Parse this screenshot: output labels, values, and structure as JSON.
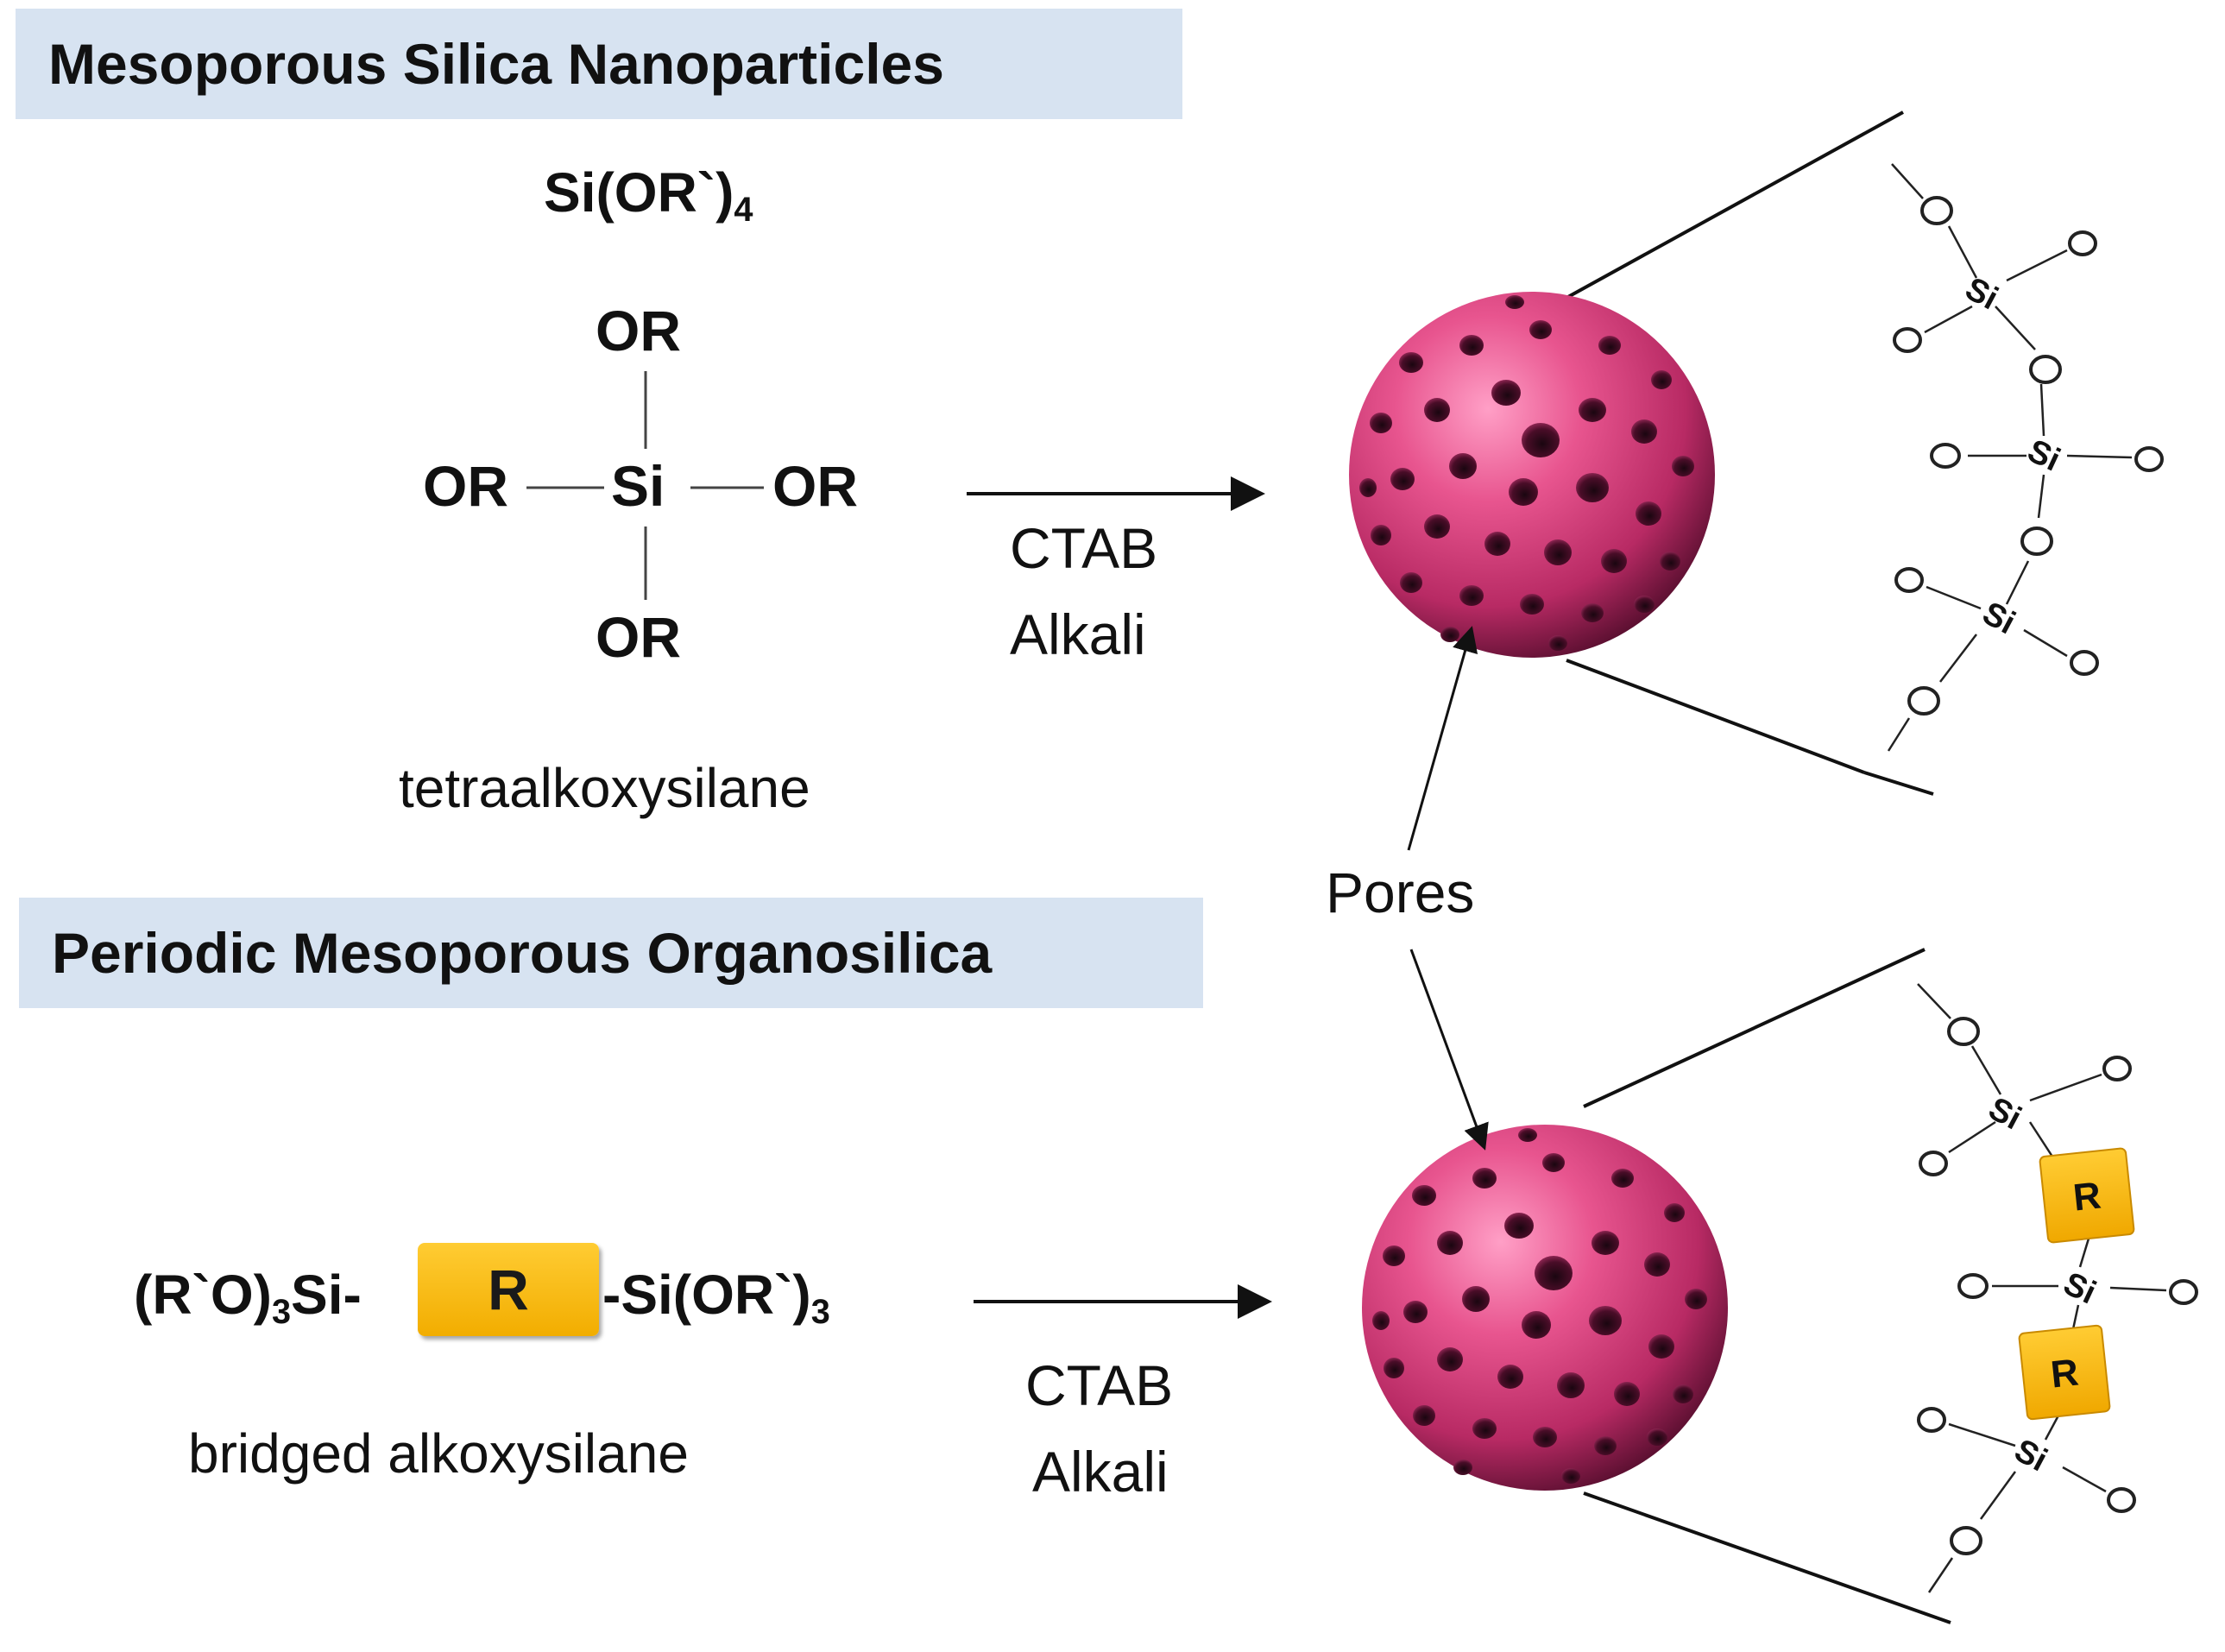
{
  "sections": {
    "msn_title": "Mesoporous Silica Nanoparticles",
    "pmo_title": "Periodic Mesoporous Organosilica"
  },
  "precursor_top": {
    "formula_main": "Si(OR`)",
    "formula_subscript": "4",
    "substituent_top": "OR",
    "substituent_left": "OR",
    "center_atom": "Si",
    "substituent_right": "OR",
    "substituent_bottom": "OR",
    "name": "tetraalkoxysilane"
  },
  "precursor_bottom": {
    "left_part": "(R`O)",
    "left_subscript": "3",
    "left_suffix": "Si-",
    "bridge_label": "R",
    "right_part": "-Si(OR`)",
    "right_subscript": "3",
    "name": "bridged alkoxysilane"
  },
  "reaction_top": {
    "reagent": "CTAB",
    "condition": "Alkali"
  },
  "reaction_bottom": {
    "reagent": "CTAB",
    "condition": "Alkali"
  },
  "pores_label": "Pores",
  "structure_atoms": {
    "oxygen": "O",
    "silicon": "Si",
    "organic": "R"
  },
  "colors": {
    "header_bg": "#d7e3f1",
    "sphere": "#d9457d",
    "bridge_box": "#f5b400"
  }
}
